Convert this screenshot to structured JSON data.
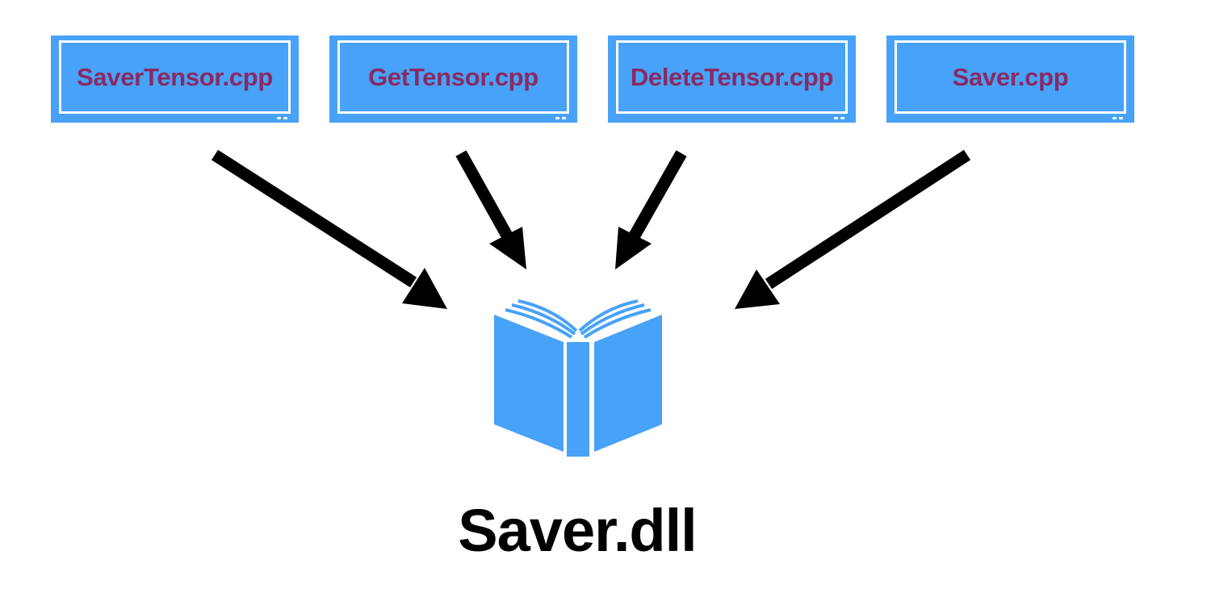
{
  "sources": [
    {
      "label": "SaverTensor.cpp"
    },
    {
      "label": "GetTensor.cpp"
    },
    {
      "label": "DeleteTensor.cpp"
    },
    {
      "label": "Saver.cpp"
    }
  ],
  "output": {
    "label": "Saver.dll",
    "icon": "book-icon"
  },
  "colors": {
    "box_fill": "#48a2f8",
    "box_text": "#8a2a62",
    "arrow": "#000000",
    "book": "#48a2f8"
  }
}
